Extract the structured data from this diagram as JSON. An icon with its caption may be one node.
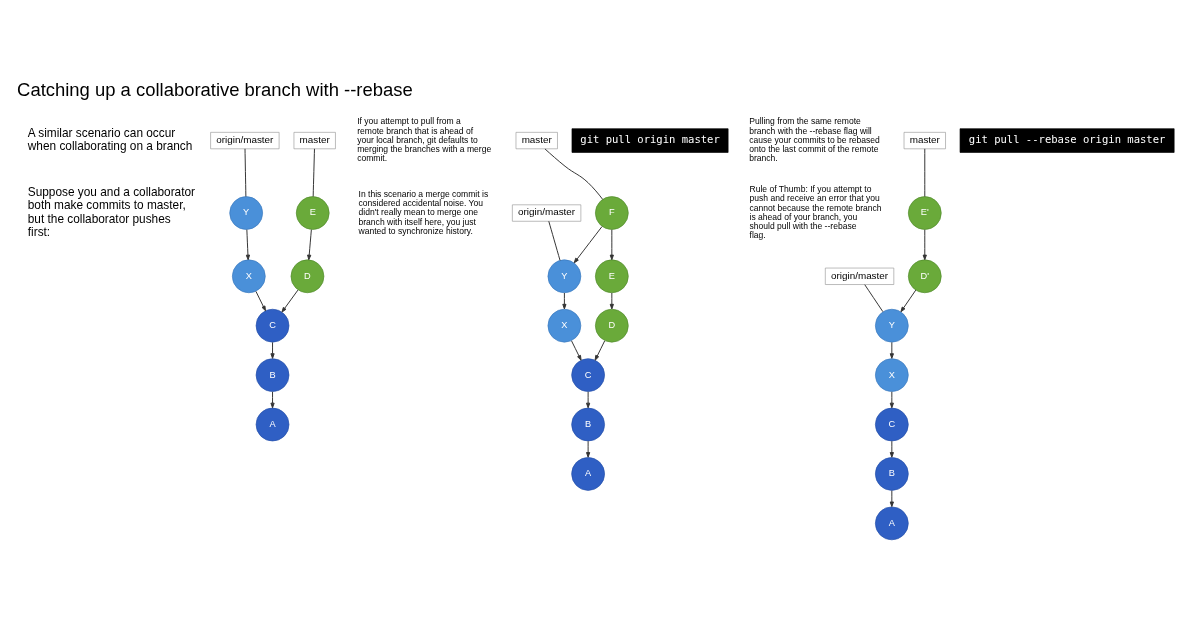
{
  "diagram": {
    "title": "Catching up a collaborative branch with --rebase",
    "nodes": [
      {
        "text": [
          "git pull origin master"
        ]
      },
      {
        "text": [
          "git pull --rebase origin master"
        ]
      },
      {
        "text": [
          "master"
        ]
      },
      {
        "text": [
          "origin/master"
        ]
      },
      {
        "text": [
          "E"
        ]
      },
      {
        "text": [
          "Y"
        ]
      },
      {
        "text": [
          "D"
        ]
      },
      {
        "text": [
          "X"
        ]
      },
      {
        "text": [
          "C"
        ]
      },
      {
        "text": [
          "B"
        ]
      },
      {
        "text": [
          "A"
        ]
      },
      {
        "text": [
          "master"
        ]
      },
      {
        "text": [
          "F"
        ]
      },
      {
        "text": [
          "origin/master"
        ]
      },
      {
        "text": [
          "E"
        ]
      },
      {
        "text": [
          "Y"
        ]
      },
      {
        "text": [
          "D"
        ]
      },
      {
        "text": [
          "X"
        ]
      },
      {
        "text": [
          "C"
        ]
      },
      {
        "text": [
          "B"
        ]
      },
      {
        "text": [
          "A"
        ]
      },
      {
        "text": [
          "master"
        ]
      },
      {
        "text": [
          "E'"
        ]
      },
      {
        "text": [
          "origin/master"
        ]
      },
      {
        "text": [
          "D'"
        ]
      },
      {
        "text": [
          "Y"
        ]
      },
      {
        "text": [
          "X"
        ]
      },
      {
        "text": [
          "C"
        ]
      },
      {
        "text": [
          "B"
        ]
      },
      {
        "text": [
          "A"
        ]
      }
    ],
    "edges": [
      {
        "from": 2,
        "to": 4,
        "arrow": "none"
      },
      {
        "from": 3,
        "to": 5,
        "arrow": "none"
      },
      {
        "from": 4,
        "to": 6,
        "arrow": "to"
      },
      {
        "from": 5,
        "to": 7,
        "arrow": "to"
      },
      {
        "from": 6,
        "to": 8,
        "arrow": "to"
      },
      {
        "from": 7,
        "to": 8,
        "arrow": "to"
      },
      {
        "from": 8,
        "to": 9,
        "arrow": "to"
      },
      {
        "from": 9,
        "to": 10,
        "arrow": "to"
      },
      {
        "from": 11,
        "to": 12,
        "arrow": "none"
      },
      {
        "from": 13,
        "to": 15,
        "arrow": "none"
      },
      {
        "from": 12,
        "to": 14,
        "arrow": "to"
      },
      {
        "from": 12,
        "to": 15,
        "arrow": "to"
      },
      {
        "from": 14,
        "to": 16,
        "arrow": "to"
      },
      {
        "from": 15,
        "to": 17,
        "arrow": "to"
      },
      {
        "from": 16,
        "to": 18,
        "arrow": "to"
      },
      {
        "from": 17,
        "to": 18,
        "arrow": "to"
      },
      {
        "from": 18,
        "to": 19,
        "arrow": "to"
      },
      {
        "from": 19,
        "to": 20,
        "arrow": "to"
      },
      {
        "from": 21,
        "to": 22,
        "arrow": "none"
      },
      {
        "from": 23,
        "to": 25,
        "arrow": "none"
      },
      {
        "from": 22,
        "to": 24,
        "arrow": "to"
      },
      {
        "from": 24,
        "to": 25,
        "arrow": "to"
      },
      {
        "from": 25,
        "to": 26,
        "arrow": "to"
      },
      {
        "from": 26,
        "to": 27,
        "arrow": "to"
      },
      {
        "from": 27,
        "to": 28,
        "arrow": "to"
      },
      {
        "from": 28,
        "to": 29,
        "arrow": "to"
      }
    ],
    "labels": [
      "A similar scenario can occur when collaborating on a branch",
      "Suppose you and a collaborator both make commits to master, but the collaborator pushes first:",
      "If you attempt to pull from a remote branch that is ahead of your local branch, git defaults to merging the branches with a merge commit.",
      "In this scenario a merge commit is considered accidental noise. You didn't really mean to merge one branch with itself here, you just wanted to synchronize history.",
      "Pulling from the same remote branch with the --rebase flag will cause your commits to be rebased onto the last commit of the remote branch.",
      "Rule of Thumb: If you attempt to push and receive an error that you cannot because the remote branch is ahead of your branch, you should pull with the --rebase flag."
    ]
  }
}
